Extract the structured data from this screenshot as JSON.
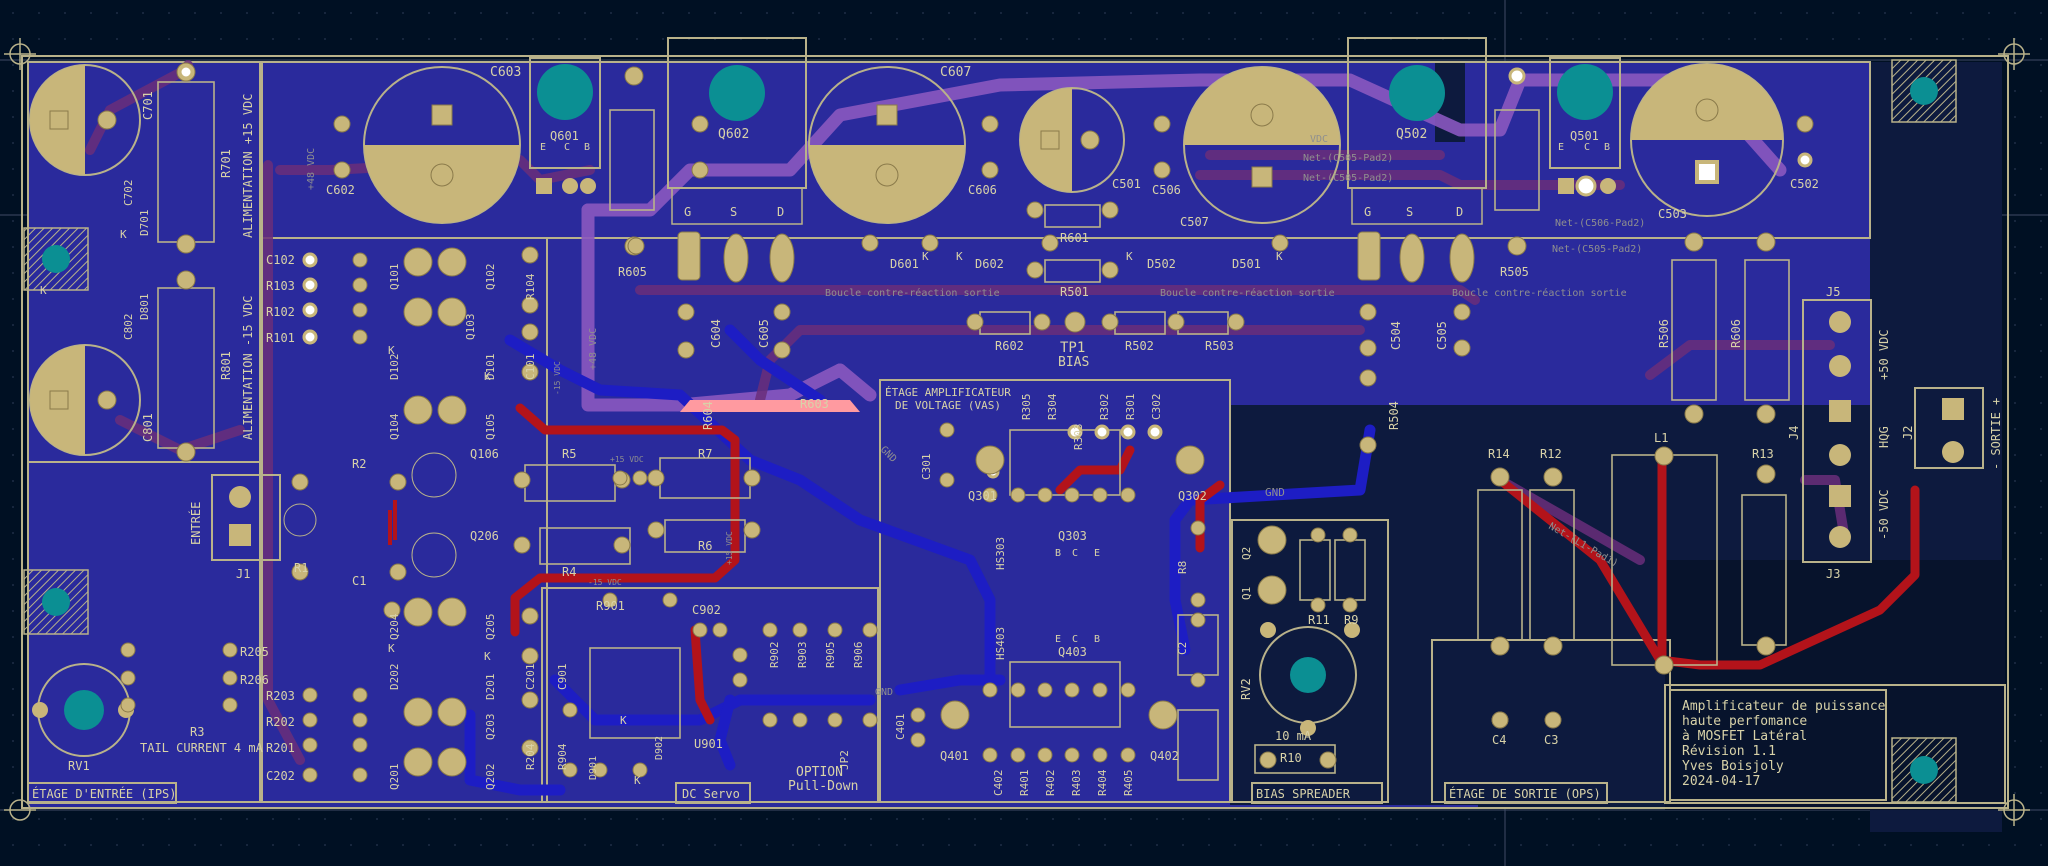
{
  "board": {
    "colors": {
      "background": "#001023",
      "copper_back": "#2a2a9c",
      "copper_front": "#b3131a",
      "trace_purple": "#8a58c0",
      "trace_blue": "#1d1dc4",
      "pad_gold": "#c8b67a",
      "silkscreen": "#d8d2a8",
      "outline": "#b9b28a",
      "teal": "#0b8f93",
      "highlight": "#ff9aa0"
    },
    "title_block": {
      "line1": "Amplificateur de puissance",
      "line2": "haute perfomance",
      "line3": "à MOSFET Latéral",
      "line4": "Révision 1.1",
      "line5": "Yves Boisjoly",
      "line6": "2024-04-17"
    },
    "section_labels": {
      "ips": "ÉTAGE D'ENTRÉE (IPS)",
      "dc_servo": "DC Servo",
      "vas_line1": "ÉTAGE AMPLIFICATEUR",
      "vas_line2": "DE VOLTAGE (VAS)",
      "bias_spreader": "BIAS SPREADER",
      "ops": "ÉTAGE DE SORTIE (OPS)",
      "alim_pos": "ALIMENTATION +15 VDC",
      "alim_neg": "ALIMENTATION -15 VDC",
      "entree": "ENTRÉE",
      "sortie": "- SORTIE +",
      "tail_current": "TAIL CURRENT 4 mA",
      "option_line1": "OPTION",
      "option_line2": "Pull-Down",
      "tp1_name": "TP1",
      "tp1_label": "BIAS",
      "ten_ma": "10 mA",
      "plus50": "+50 VDC",
      "hqg": "HQG",
      "minus50": "-50 VDC"
    },
    "net_labels": {
      "gnd1": "GND",
      "gnd2": "GND",
      "gnd3": "GND",
      "loop1": "Boucle contre-réaction sortie",
      "loop2": "Boucle contre-réaction sortie",
      "loop3": "Boucle contre-réaction sortie",
      "net_c505": "Net-(C505-Pad2)",
      "net_c505b": "Net-(C505-Pad2)",
      "net_c506": "Net-(C506-Pad2)",
      "net_c505c": "Net-(C505-Pad2)",
      "net_l1": "Net-(L1-Pad1)",
      "vdc1": "+48 VDC",
      "vdc2": "+48 VDC",
      "vdc3": "VDC",
      "vdc4": "+15 VDC",
      "vdc5": "-15 VDC",
      "vdc6": "+15 VDC",
      "vdc7": "-15 VDC"
    },
    "refdes": {
      "c603": "C603",
      "q601": "Q601",
      "q602": "Q602",
      "c607": "C607",
      "q502": "Q502",
      "q501": "Q501",
      "c602": "C602",
      "c606": "C606",
      "c501": "C501",
      "c506": "C506",
      "c502": "C502",
      "c503": "C503",
      "c507": "C507",
      "r601": "R601",
      "r501": "R501",
      "r605": "R605",
      "r505": "R505",
      "d601": "D601",
      "d602": "D602",
      "d501": "D501",
      "d502": "D502",
      "r602": "R602",
      "r502": "R502",
      "r503": "R503",
      "r506": "R506",
      "r606": "R606",
      "c604": "C604",
      "c605": "C605",
      "c504": "C504",
      "c505": "C505",
      "r504": "R504",
      "r604": "R604",
      "r603": "R603",
      "c701": "C701",
      "c702": "C702",
      "r701": "R701",
      "d701": "D701",
      "c801": "C801",
      "c802": "C802",
      "r801": "R801",
      "d801": "D801",
      "c102": "C102",
      "r103": "R103",
      "r102": "R102",
      "r101": "R101",
      "q101": "Q101",
      "q102": "Q102",
      "q103": "Q103",
      "r104": "R104",
      "d101": "D101",
      "d102": "D102",
      "c101": "C101",
      "q104": "Q104",
      "q105": "Q105",
      "q106": "Q106",
      "q206": "Q206",
      "r2": "R2",
      "r1": "R1",
      "c1": "C1",
      "j1": "J1",
      "r5": "R5",
      "r7": "R7",
      "r6": "R6",
      "r4": "R4",
      "q204": "Q204",
      "q205": "Q205",
      "d202": "D202",
      "d201": "D201",
      "c201": "C201",
      "r203": "R203",
      "r202": "R202",
      "r201": "R201",
      "c202": "C202",
      "q203": "Q203",
      "q201": "Q201",
      "q202": "Q202",
      "r204": "R204",
      "r205": "R205",
      "r206": "R206",
      "r3": "R3",
      "rv1": "RV1",
      "r901": "R901",
      "c902": "C902",
      "c901": "C901",
      "u901": "U901",
      "r902": "R902",
      "r903": "R903",
      "r905": "R905",
      "r906": "R906",
      "r904": "R904",
      "d901": "D901",
      "d902": "D902",
      "jp2": "JP2",
      "r305": "R305",
      "r304": "R304",
      "r303": "R303",
      "r302": "R302",
      "r301": "R301",
      "c302": "C302",
      "c301": "C301",
      "q301": "Q301",
      "q302": "Q302",
      "q303": "Q303",
      "q403": "Q403",
      "hs303": "HS303",
      "hs403": "HS403",
      "r8": "R8",
      "c2": "C2",
      "c401": "C401",
      "q401": "Q401",
      "q402": "Q402",
      "c402": "C402",
      "r401": "R401",
      "r402": "R402",
      "r403": "R403",
      "r404": "R404",
      "r405": "R405",
      "q2": "Q2",
      "q1": "Q1",
      "r11": "R11",
      "r9": "R9",
      "rv2": "RV2",
      "r10": "R10",
      "r14": "R14",
      "r12": "R12",
      "l1": "L1",
      "r13": "R13",
      "c4": "C4",
      "c3": "C3",
      "j5": "J5",
      "j4": "J4",
      "j3": "J3",
      "j2": "J2"
    },
    "pin_labels": {
      "g": "G",
      "s": "S",
      "d": "D",
      "e": "E",
      "c": "C",
      "b": "B",
      "k": "K"
    }
  }
}
